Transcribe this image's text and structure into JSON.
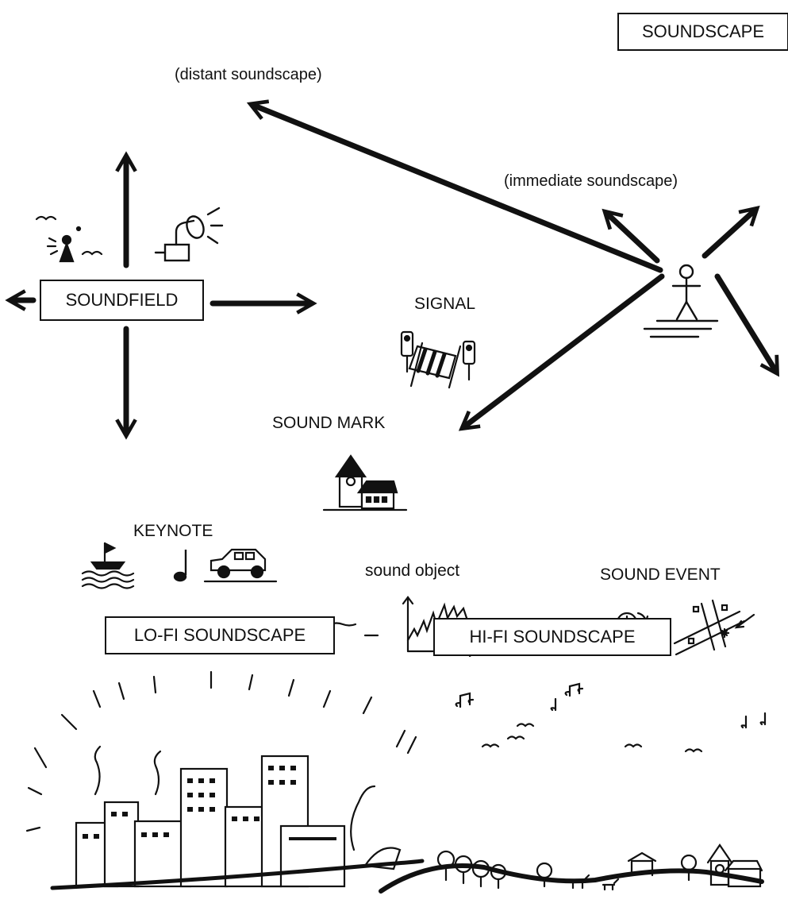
{
  "labels": {
    "soundscape": "SOUNDSCAPE",
    "distant": "(distant soundscape)",
    "immediate": "(immediate soundscape)",
    "soundfield": "SOUNDFIELD",
    "signal": "SIGNAL",
    "sound_mark": "SOUND MARK",
    "keynote": "KEYNOTE",
    "sound_object": "sound object",
    "sound_event": "SOUND EVENT",
    "lofi": "LO-FI SOUNDSCAPE",
    "hifi": "HI-FI SOUNDSCAPE"
  },
  "colors": {
    "ink": "#111111",
    "background": "#ffffff"
  },
  "icons": {
    "soundfield_left": "singer-with-birds-icon",
    "soundfield_right": "loudspeaker-icon",
    "listener": "stick-figure-listener-icon",
    "signal": "traffic-light-crosswalk-icon",
    "sound_mark": "church-tower-icon",
    "keynote": [
      "sailboat-waves-icon",
      "music-note-icon",
      "car-icon"
    ],
    "sound_object": "waveform-graph-icon",
    "sound_event": [
      "clock-icon",
      "street-intersection-icon"
    ],
    "lofi": "noisy-city-icon",
    "hifi": "quiet-village-icon"
  }
}
